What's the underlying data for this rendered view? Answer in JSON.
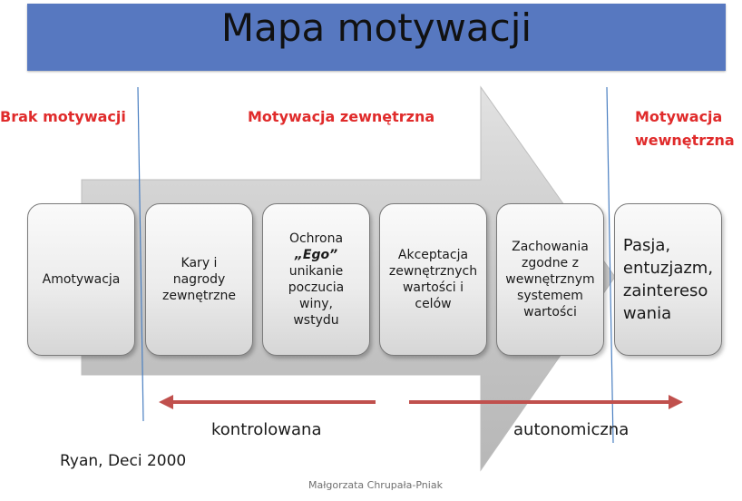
{
  "title": "Mapa motywacji",
  "categories": {
    "none": "Brak motywacji",
    "extrinsic": "Motywacja zewnętrzna",
    "intrinsic_line1": "Motywacja",
    "intrinsic_line2": "wewnętrzna"
  },
  "boxes": [
    {
      "lines": [
        "Amotywacja"
      ]
    },
    {
      "lines": [
        "Kary i nagrody",
        "zewnętrzne"
      ]
    },
    {
      "prefix": "Ochrona ",
      "emph": "„Ego”",
      "lines": [
        "unikanie",
        "poczucia winy,",
        "wstydu"
      ]
    },
    {
      "lines": [
        "Akceptacja",
        "zewnętrznych",
        "wartości i",
        "celów"
      ]
    },
    {
      "lines": [
        "Zachowania",
        "zgodne z",
        "wewnętrznym",
        "systemem",
        "wartości"
      ]
    },
    {
      "lines": [
        "Pasja,",
        "entuzjazm,",
        "zaintereso",
        "wania"
      ]
    }
  ],
  "scale": {
    "controlled": "kontrolowana",
    "autonomous": "autonomiczna"
  },
  "citation": "Ryan, Deci 2000",
  "author": "Małgorzata Chrupała-Pniak",
  "colors": {
    "title_bar": "#5778c0",
    "category_text": "#e02b2b",
    "arrow_red": "#c0504d",
    "divider_blue": "#4a7fc1",
    "big_arrow_gray": "#c9c9c9"
  }
}
